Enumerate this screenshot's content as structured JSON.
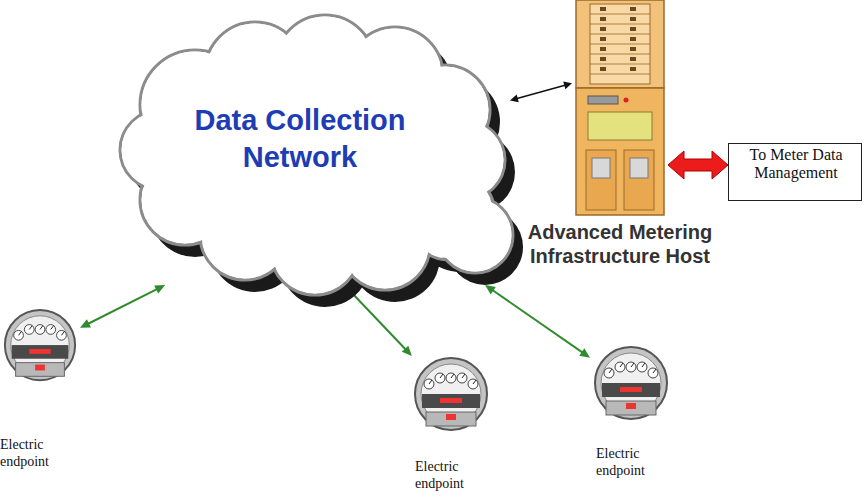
{
  "diagram": {
    "nodes": [
      {
        "text": [
          "Data Collection Network"
        ]
      },
      {
        "text": [
          "Advanced Metering Infrastructure Host"
        ]
      },
      {
        "text": [
          "To Meter Data Management"
        ]
      },
      {
        "text": [
          "Electric endpoint"
        ]
      },
      {
        "text": [
          "Electric endpoint"
        ]
      },
      {
        "text": [
          "Electric endpoint"
        ]
      }
    ],
    "edges": [
      {
        "from": 0,
        "to": 1,
        "arrow": "both"
      },
      {
        "from": 1,
        "to": 2,
        "arrow": "both"
      },
      {
        "from": 3,
        "to": 0,
        "arrow": "both"
      },
      {
        "from": 4,
        "to": 0,
        "arrow": "both"
      },
      {
        "from": 5,
        "to": 0,
        "arrow": "both"
      }
    ]
  }
}
